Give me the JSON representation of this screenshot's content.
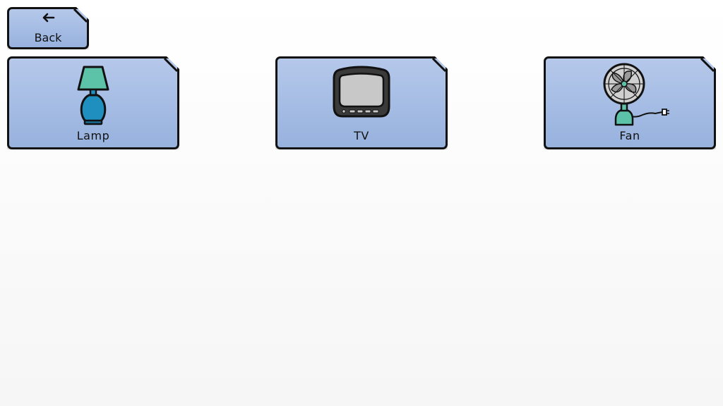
{
  "navigation": {
    "back_label": "Back",
    "back_icon": "arrow-left-icon"
  },
  "tiles": [
    {
      "label": "Lamp",
      "icon": "lamp-icon"
    },
    {
      "label": "TV",
      "icon": "tv-icon"
    },
    {
      "label": "Fan",
      "icon": "fan-icon"
    }
  ],
  "colors": {
    "tile_top": "#b5c8ea",
    "tile_bottom": "#97b2de",
    "border": "#111111",
    "accent_teal": "#5dc3a8",
    "lamp_base": "#1f8fbf",
    "tv_screen": "#c8c8c8"
  }
}
